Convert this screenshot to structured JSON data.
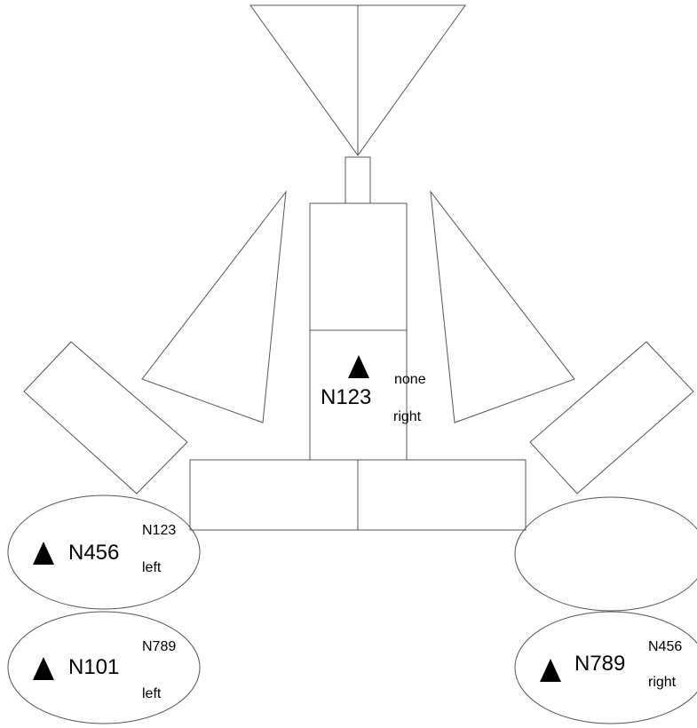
{
  "nodes": {
    "n123": {
      "id": "N123",
      "parent": "none",
      "side": "right"
    },
    "n456": {
      "id": "N456",
      "parent": "N123",
      "side": "left"
    },
    "n101": {
      "id": "N101",
      "parent": "N789",
      "side": "left"
    },
    "n789": {
      "id": "N789",
      "parent": "N456",
      "side": "right"
    }
  },
  "colors": {
    "stroke": "#555555",
    "marker": "#000000",
    "background": "#ffffff"
  }
}
